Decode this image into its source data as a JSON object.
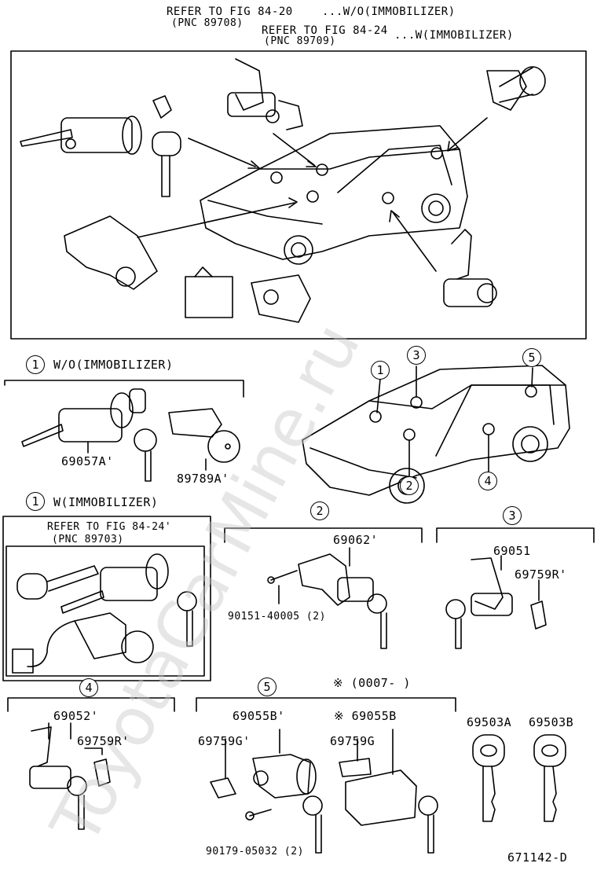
{
  "header": {
    "ref1": "REFER TO FIG 84-20",
    "ref1_note": "...W/O(IMMOBILIZER)",
    "ref1_pnc": "(PNC 89708)",
    "ref2": "REFER TO FIG 84-24",
    "ref2_note": "...W(IMMOBILIZER)",
    "ref2_pnc": "(PNC 89709)"
  },
  "groups": {
    "g1a": {
      "num": "1",
      "title": "W/O(IMMOBILIZER)"
    },
    "g1b": {
      "num": "1",
      "title": "W(IMMOBILIZER)",
      "ref": "REFER TO FIG 84-24'",
      "pnc": "(PNC 89703)"
    },
    "g2": {
      "num": "2"
    },
    "g3": {
      "num": "3"
    },
    "g4": {
      "num": "4"
    },
    "g5": {
      "num": "5",
      "note": "※ (0007-      )"
    }
  },
  "car_callouts": [
    "1",
    "2",
    "3",
    "4",
    "5"
  ],
  "parts": {
    "p69057A": "69057A'",
    "p89789A": "89789A'",
    "p69062": "69062'",
    "p90151": "90151-40005 (2)",
    "p69051": "69051",
    "p69759R_3": "69759R'",
    "p69052": "69052'",
    "p69759R_4": "69759R'",
    "p69055B1": "69055B'",
    "p69055B2": "※ 69055B",
    "p69759G1": "69759G'",
    "p69759G2": "69759G",
    "p90179": "90179-05032 (2)",
    "p69503A": "69503A",
    "p69503B": "69503B"
  },
  "figure_id": "671142-D",
  "watermark": "ToyotaCarMine.ru"
}
